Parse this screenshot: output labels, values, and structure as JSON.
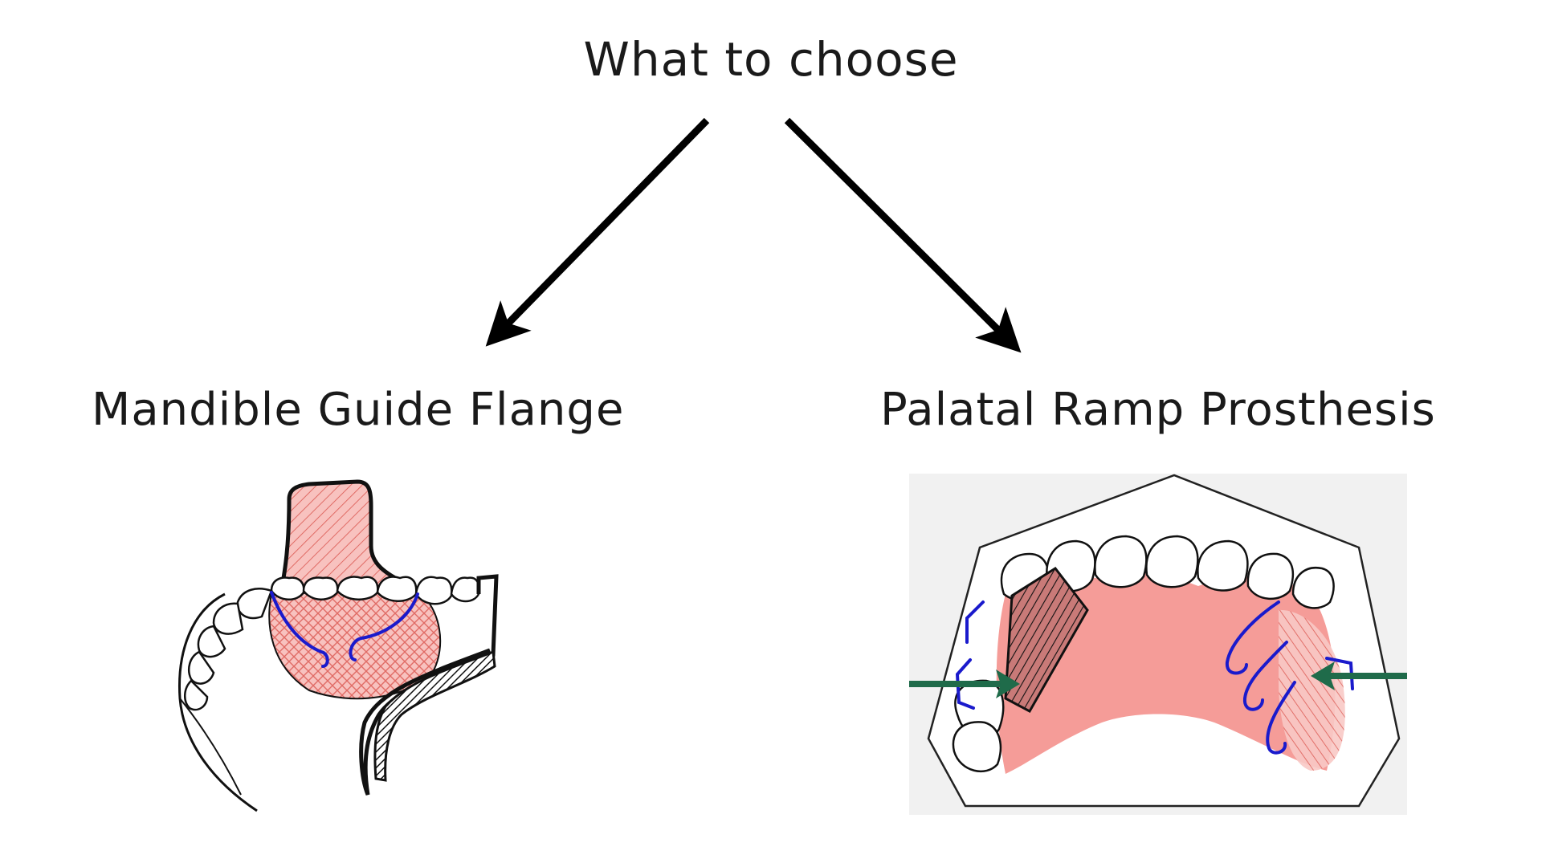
{
  "title": "What to choose",
  "options": [
    {
      "label": "Mandible Guide Flange",
      "icon": "mandible-guide-flange-illustration"
    },
    {
      "label": "Palatal Ramp Prosthesis",
      "icon": "palatal-ramp-prosthesis-illustration"
    }
  ],
  "colors": {
    "text": "#1a1a1a",
    "acrylic_pink": "#f4a3a0",
    "wire_blue": "#1a1acc",
    "force_arrow_green": "#1f6b4a"
  }
}
